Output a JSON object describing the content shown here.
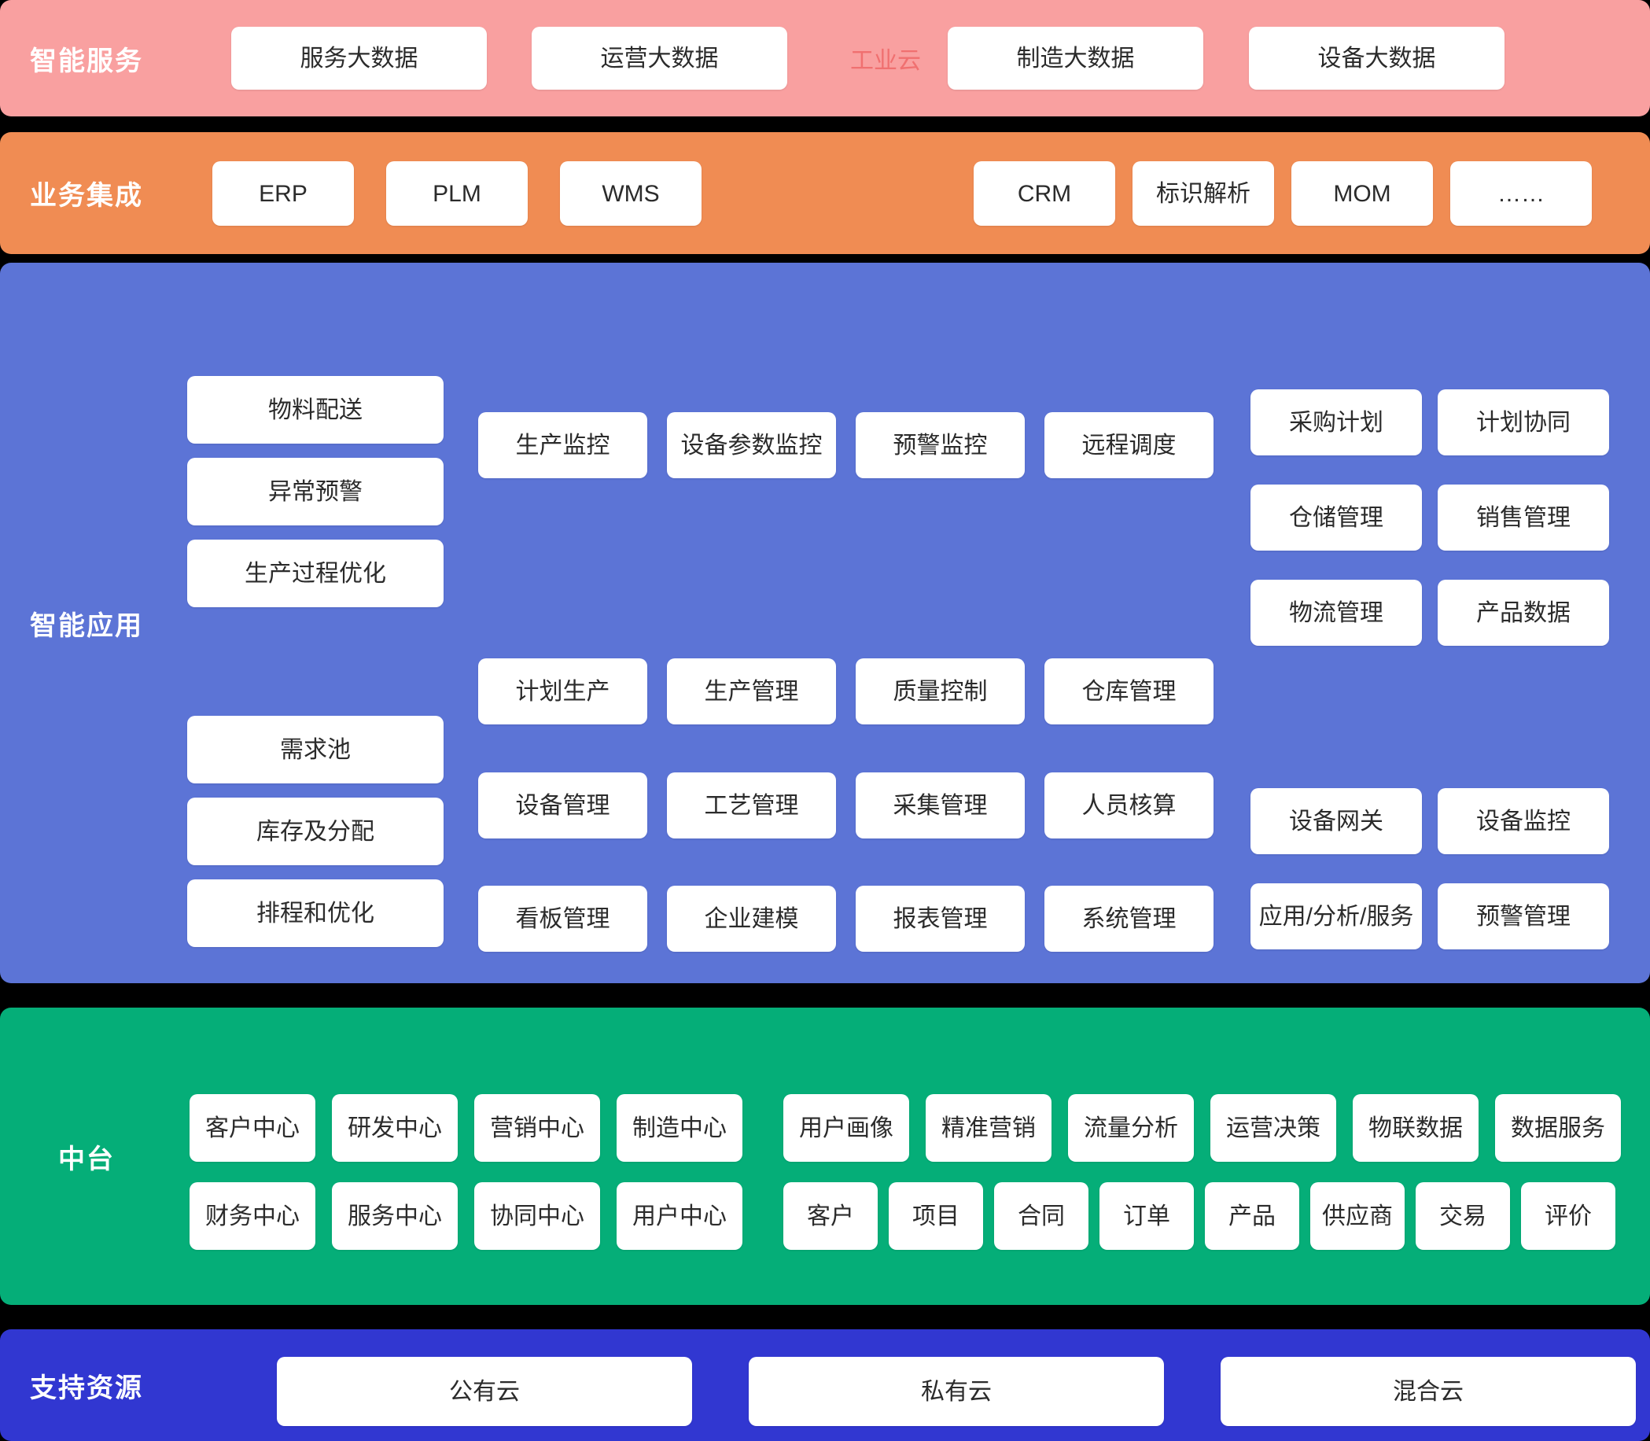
{
  "bands": [
    {
      "key": "service",
      "label": "智能服务",
      "color": "#F9A0A0",
      "ghost": {
        "text": "工业云",
        "color": "#F07070"
      },
      "cards": [
        "服务大数据",
        "运营大数据",
        "制造大数据",
        "设备大数据"
      ]
    },
    {
      "key": "integration",
      "label": "业务集成",
      "color": "#F08C53",
      "left_cards": [
        "ERP",
        "PLM",
        "WMS"
      ],
      "right_cards": [
        "CRM",
        "标识解析",
        "MOM",
        "……"
      ]
    },
    {
      "key": "application",
      "label": "智能应用",
      "color": "#5C74D6",
      "col_left": [
        "物料配送",
        "异常预警",
        "生产过程优化",
        "需求池",
        "库存及分配",
        "排程和优化"
      ],
      "col_mid_row1": [
        "生产监控",
        "设备参数监控",
        "预警监控",
        "远程调度"
      ],
      "col_mid_row2": [
        "计划生产",
        "生产管理",
        "质量控制",
        "仓库管理"
      ],
      "col_mid_row3": [
        "设备管理",
        "工艺管理",
        "采集管理",
        "人员核算"
      ],
      "col_mid_row4": [
        "看板管理",
        "企业建模",
        "报表管理",
        "系统管理"
      ],
      "col_right_top": [
        "采购计划",
        "计划协同",
        "仓储管理",
        "销售管理",
        "物流管理",
        "产品数据"
      ],
      "col_right_bottom": [
        "设备网关",
        "设备监控",
        "应用/分析/服务",
        "预警管理"
      ]
    },
    {
      "key": "middle",
      "label": "中台",
      "color": "#05AE78",
      "group_a_row1": [
        "客户中心",
        "研发中心",
        "营销中心",
        "制造中心"
      ],
      "group_a_row2": [
        "财务中心",
        "服务中心",
        "协同中心",
        "用户中心"
      ],
      "group_b_row1": [
        "用户画像",
        "精准营销",
        "流量分析",
        "运营决策",
        "物联数据",
        "数据服务"
      ],
      "group_b_row2": [
        "客户",
        "项目",
        "合同",
        "订单",
        "产品",
        "供应商",
        "交易",
        "评价"
      ]
    },
    {
      "key": "resource",
      "label": "支持资源",
      "color": "#3137D1",
      "cards": [
        "公有云",
        "私有云",
        "混合云"
      ]
    }
  ]
}
